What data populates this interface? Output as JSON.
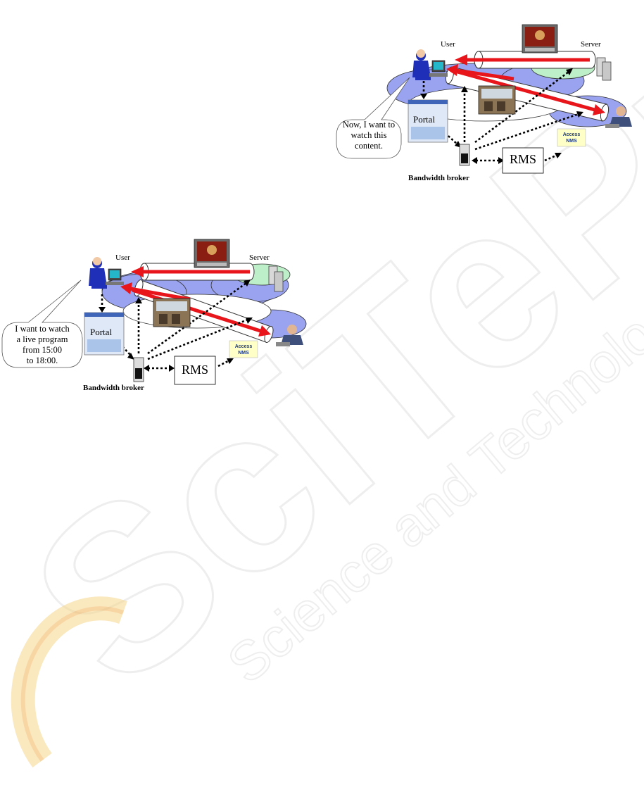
{
  "watermark": {
    "brand": "SciTePress",
    "tagline": "Science and Technology Publications"
  },
  "diagrams": [
    {
      "user_label": "User",
      "server_label": "Server",
      "bubble_lines": [
        "Now, I want to",
        "watch this",
        "content."
      ],
      "portal_label": "Portal",
      "rms_label": "RMS",
      "access_line1": "Access",
      "access_line2": "NMS",
      "broker_label": "Bandwidth broker"
    },
    {
      "user_label": "User",
      "server_label": "Server",
      "bubble_lines": [
        "I want to watch",
        "a live program",
        "from 15:00",
        "to 18:00."
      ],
      "portal_label": "Portal",
      "rms_label": "RMS",
      "access_line1": "Access",
      "access_line2": "NMS",
      "broker_label": "Bandwidth broker"
    }
  ],
  "colors": {
    "arrow": "#e8151b",
    "cloud": "#9aa3f0",
    "cloud_green": "#bdf0c8",
    "user_blue": "#1f2fb8",
    "nms_bg": "#ffffc8"
  }
}
